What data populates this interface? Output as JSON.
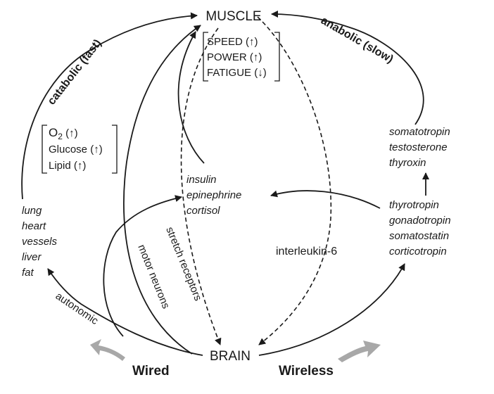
{
  "nodes": {
    "muscle": "MUSCLE",
    "brain": "BRAIN"
  },
  "muscle_effects": [
    "SPEED (↑)",
    "POWER (↑)",
    "FATIGUE (↓)"
  ],
  "fuel": {
    "o2_base": "O",
    "o2_sub": "2",
    "o2_arrow": " (↑)",
    "glucose": "Glucose (↑)",
    "lipid": "Lipid (↑)"
  },
  "organs": [
    "lung",
    "heart",
    "vessels",
    "liver",
    "fat"
  ],
  "adrenal_hormones": [
    "insulin",
    "epinephrine",
    "cortisol"
  ],
  "anabolic_hormones": [
    "somatotropin",
    "testosterone",
    "thyroxin"
  ],
  "pituitary_hormones": [
    "thyrotropin",
    "gonadotropin",
    "somatostatin",
    "corticotropin"
  ],
  "pathways": {
    "catabolic": "catabolic (fast)",
    "anabolic": "anabolic (slow)",
    "autonomic": "autonomic",
    "motor": "motor neurons",
    "stretch": "stretch receptors",
    "interleukin": "interleukin-6"
  },
  "legend": {
    "wired": "Wired",
    "wireless": "Wireless"
  }
}
